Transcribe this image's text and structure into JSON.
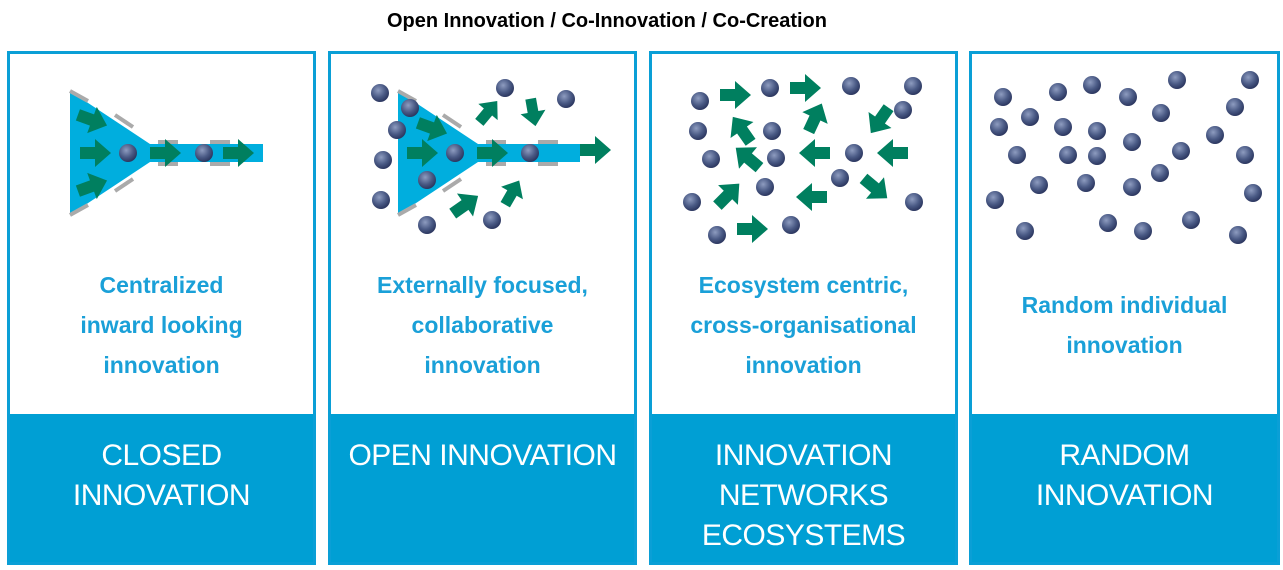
{
  "title": "Open Innovation / Co-Innovation / Co-Creation",
  "colors": {
    "accent": "#009fd4",
    "arrow": "#007f5f",
    "dot": "#4a5a85"
  },
  "panels": [
    {
      "desc": [
        "Centralized",
        "inward looking",
        "innovation"
      ],
      "label": [
        "CLOSED",
        "INNOVATION"
      ]
    },
    {
      "desc": [
        "Externally focused,",
        "collaborative",
        "innovation"
      ],
      "label": [
        "OPEN INNOVATION"
      ]
    },
    {
      "desc": [
        "Ecosystem centric,",
        "cross-organisational",
        "innovation"
      ],
      "label": [
        "INNOVATION",
        "NETWORKS",
        "ECOSYSTEMS"
      ]
    },
    {
      "desc": [
        "Random individual",
        "innovation"
      ],
      "label": [
        "RANDOM",
        "INNOVATION"
      ]
    }
  ]
}
